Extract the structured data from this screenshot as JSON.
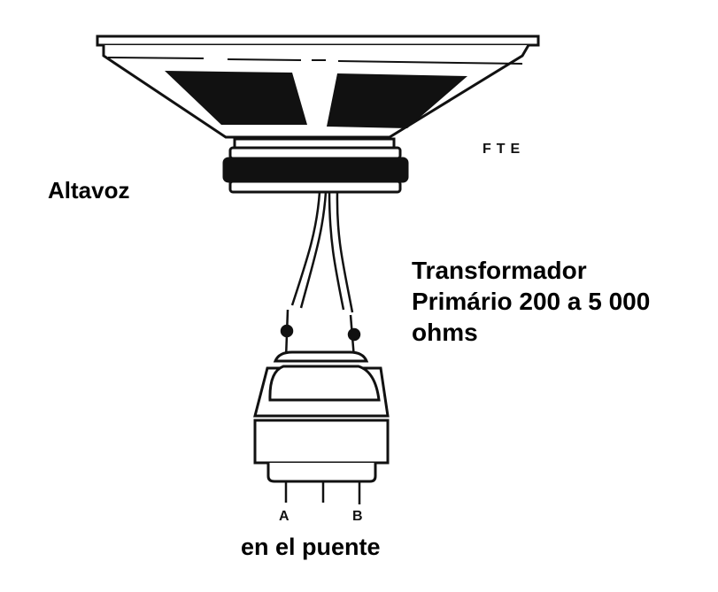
{
  "diagram": {
    "speaker_label": "Altavoz",
    "source_tag": "FTE",
    "transformer_label": {
      "line1": "Transformador",
      "line2": "Primário 200 a 5 000",
      "line3": "ohms"
    },
    "terminal_a": "A",
    "terminal_b": "B",
    "bridge_label": "en el puente"
  }
}
